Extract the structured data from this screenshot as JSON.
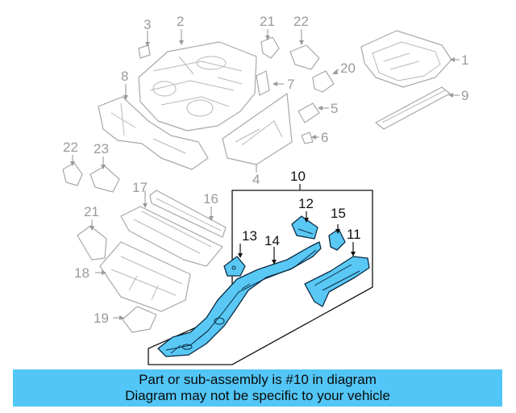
{
  "diagram": {
    "callouts": {
      "c1": "1",
      "c2": "2",
      "c3": "3",
      "c4": "4",
      "c5": "5",
      "c6": "6",
      "c7": "7",
      "c8": "8",
      "c9": "9",
      "c10": "10",
      "c11": "11",
      "c12": "12",
      "c13": "13",
      "c14": "14",
      "c15": "15",
      "c16": "16",
      "c17": "17",
      "c18": "18",
      "c19": "19",
      "c20": "20",
      "c21a": "21",
      "c21b": "21",
      "c22a": "22",
      "c22b": "22",
      "c23": "23"
    },
    "highlight_color": "#5ac8f5",
    "inactive_part_color": "#a8a8a8"
  },
  "banner": {
    "line1": "Part or sub-assembly is #10 in diagram",
    "line2": "Diagram may not be specific to your vehicle",
    "background": "#52c6f6"
  }
}
